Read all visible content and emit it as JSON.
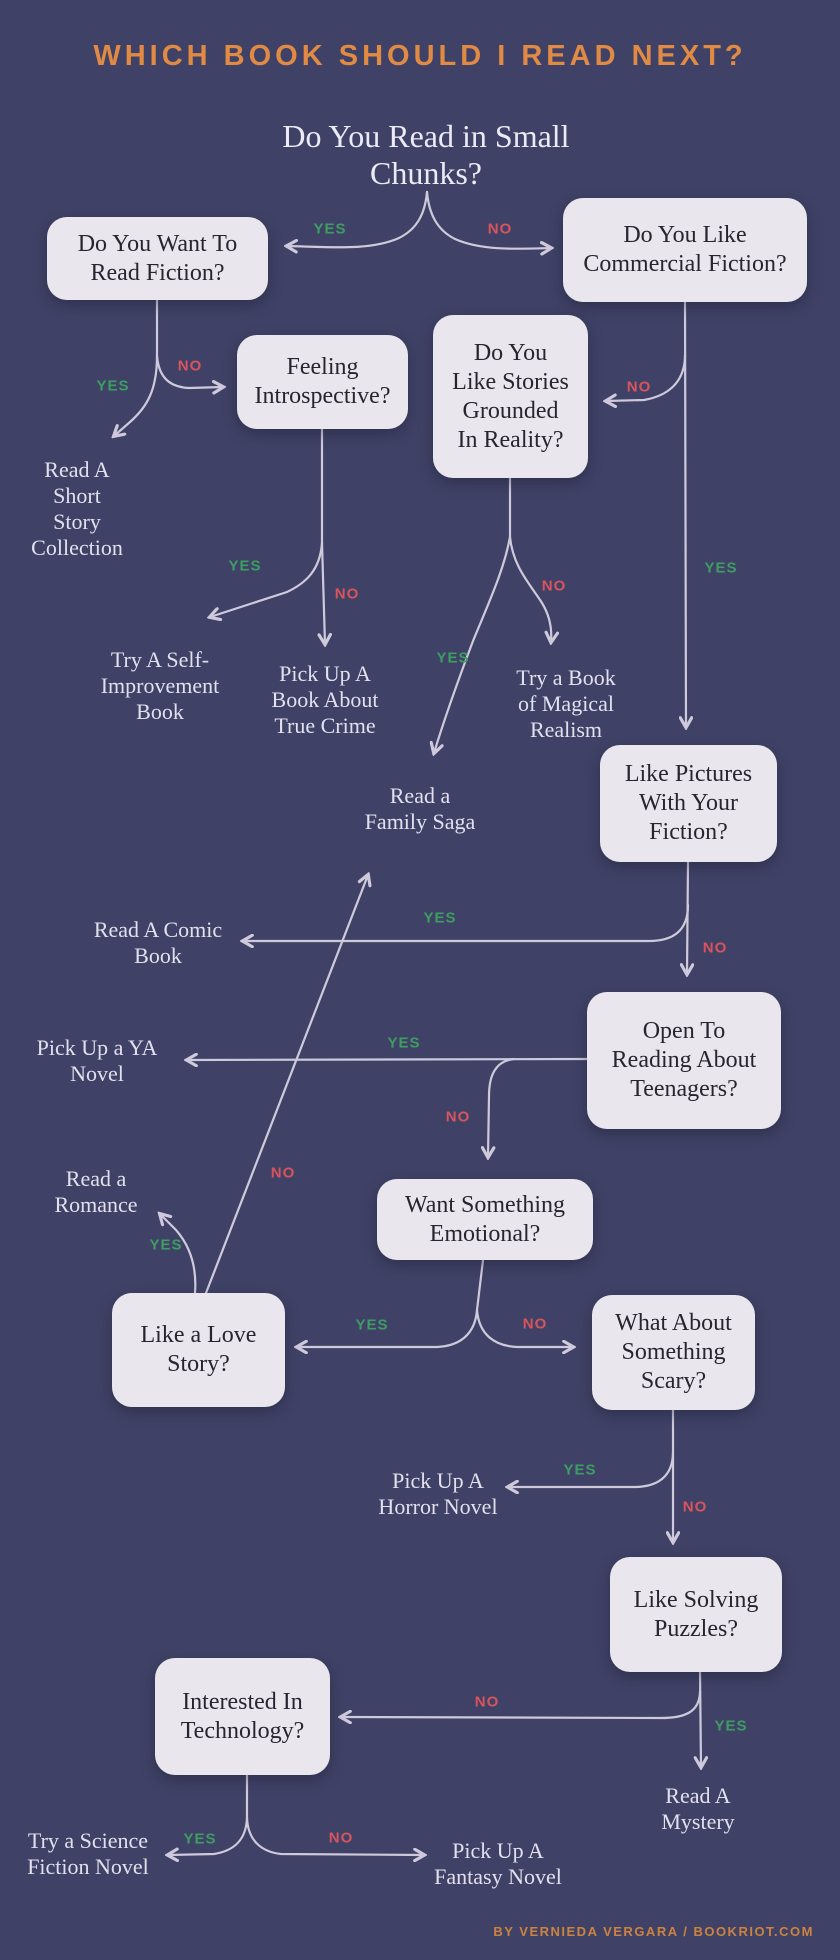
{
  "title": "WHICH BOOK SHOULD I READ NEXT?",
  "credit": "BY VERNIEDA VERGARA / BOOKRIOT.COM",
  "labels": {
    "yes": "YES",
    "no": "NO"
  },
  "colors": {
    "background": "#3f4266",
    "box_fill": "#eae6ee",
    "box_text": "#262530",
    "light_text": "#e3e0ee",
    "yes_green": "#3e9d62",
    "no_red": "#d9545c",
    "line": "#cfc9dc",
    "title_orange": "#e08a44",
    "credit_orange": "#cd8340"
  },
  "questions": {
    "root": "Do You Read in Small\nChunks?",
    "want_fiction": "Do You Want To\nRead Fiction?",
    "commercial_fiction": "Do You Like\nCommercial Fiction?",
    "feeling_introspective": "Feeling\nIntrospective?",
    "grounded_reality": "Do You\nLike Stories\nGrounded\nIn Reality?",
    "like_pictures": "Like Pictures\nWith Your\nFiction?",
    "open_teenagers": "Open To\nReading About\nTeenagers?",
    "want_emotional": "Want Something\nEmotional?",
    "love_story": "Like a Love\nStory?",
    "something_scary": "What About\nSomething\nScary?",
    "solving_puzzles": "Like Solving\nPuzzles?",
    "interested_technology": "Interested In\nTechnology?"
  },
  "results": {
    "short_story": "Read A\nShort\nStory\nCollection",
    "self_improvement": "Try A Self-\nImprovement\nBook",
    "true_crime": "Pick Up A\nBook About\nTrue Crime",
    "magical_realism": "Try a Book\nof Magical\nRealism",
    "family_saga": "Read a\nFamily Saga",
    "comic_book": "Read A Comic\nBook",
    "ya_novel": "Pick Up a YA\nNovel",
    "romance": "Read a\nRomance",
    "horror_novel": "Pick Up A\nHorror Novel",
    "mystery": "Read A\nMystery",
    "science_fiction": "Try a Science\nFiction Novel",
    "fantasy_novel": "Pick Up A\nFantasy Novel"
  },
  "edges": [
    {
      "from": "root",
      "answer": "YES",
      "to": "want_fiction"
    },
    {
      "from": "root",
      "answer": "NO",
      "to": "commercial_fiction"
    },
    {
      "from": "want_fiction",
      "answer": "YES",
      "to": "short_story"
    },
    {
      "from": "want_fiction",
      "answer": "NO",
      "to": "feeling_introspective"
    },
    {
      "from": "feeling_introspective",
      "answer": "YES",
      "to": "self_improvement"
    },
    {
      "from": "feeling_introspective",
      "answer": "NO",
      "to": "true_crime"
    },
    {
      "from": "commercial_fiction",
      "answer": "NO",
      "to": "grounded_reality"
    },
    {
      "from": "commercial_fiction",
      "answer": "YES",
      "to": "like_pictures"
    },
    {
      "from": "grounded_reality",
      "answer": "YES",
      "to": "family_saga"
    },
    {
      "from": "grounded_reality",
      "answer": "NO",
      "to": "magical_realism"
    },
    {
      "from": "like_pictures",
      "answer": "YES",
      "to": "comic_book"
    },
    {
      "from": "like_pictures",
      "answer": "NO",
      "to": "open_teenagers"
    },
    {
      "from": "open_teenagers",
      "answer": "YES",
      "to": "ya_novel"
    },
    {
      "from": "open_teenagers",
      "answer": "NO",
      "to": "want_emotional"
    },
    {
      "from": "want_emotional",
      "answer": "YES",
      "to": "love_story"
    },
    {
      "from": "want_emotional",
      "answer": "NO",
      "to": "something_scary"
    },
    {
      "from": "love_story",
      "answer": "YES",
      "to": "romance"
    },
    {
      "from": "love_story",
      "answer": "NO",
      "to": "family_saga"
    },
    {
      "from": "something_scary",
      "answer": "YES",
      "to": "horror_novel"
    },
    {
      "from": "something_scary",
      "answer": "NO",
      "to": "solving_puzzles"
    },
    {
      "from": "solving_puzzles",
      "answer": "YES",
      "to": "mystery"
    },
    {
      "from": "solving_puzzles",
      "answer": "NO",
      "to": "interested_technology"
    },
    {
      "from": "interested_technology",
      "answer": "YES",
      "to": "science_fiction"
    },
    {
      "from": "interested_technology",
      "answer": "NO",
      "to": "fantasy_novel"
    }
  ]
}
